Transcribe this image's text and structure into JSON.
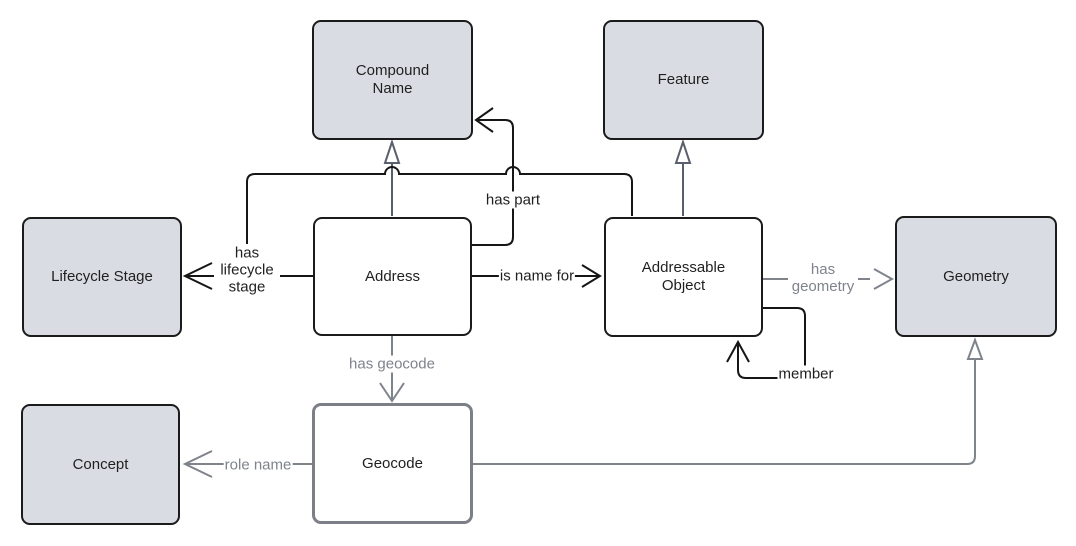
{
  "diagram": {
    "type": "concept-diagram",
    "nodes": {
      "compound_name": {
        "label": "Compound Name"
      },
      "feature": {
        "label": "Feature"
      },
      "lifecycle_stage": {
        "label": "Lifecycle Stage"
      },
      "address": {
        "label": "Address"
      },
      "addressable_object": {
        "label": "Addressable Object"
      },
      "geometry": {
        "label": "Geometry"
      },
      "concept": {
        "label": "Concept"
      },
      "geocode": {
        "label": "Geocode"
      }
    },
    "edge_labels": {
      "has_part": "has part",
      "is_name_for": "is name for",
      "has_lifecycle_stage": "has lifecycle stage",
      "member": "member",
      "has_geometry": "has geometry",
      "has_geocode": "has geocode",
      "role_name": "role name"
    },
    "edges": [
      {
        "from": "Address",
        "to": "Compound Name",
        "type": "generalization",
        "label": ""
      },
      {
        "from": "Address",
        "to": "Compound Name",
        "type": "association",
        "label": "has part"
      },
      {
        "from": "Address",
        "to": "Lifecycle Stage",
        "type": "association",
        "label": "has lifecycle stage"
      },
      {
        "from": "Addressable Object",
        "to": "Lifecycle Stage",
        "type": "association",
        "label": "has lifecycle stage"
      },
      {
        "from": "Address",
        "to": "Addressable Object",
        "type": "association",
        "label": "is name for"
      },
      {
        "from": "Addressable Object",
        "to": "Feature",
        "type": "generalization",
        "label": ""
      },
      {
        "from": "Addressable Object",
        "to": "Geometry",
        "type": "association",
        "label": "has geometry"
      },
      {
        "from": "Addressable Object",
        "to": "Addressable Object",
        "type": "association",
        "label": "member"
      },
      {
        "from": "Address",
        "to": "Geocode",
        "type": "association",
        "label": "has geocode"
      },
      {
        "from": "Geocode",
        "to": "Concept",
        "type": "association",
        "label": "role name"
      },
      {
        "from": "Geocode",
        "to": "Geometry",
        "type": "generalization",
        "label": ""
      }
    ],
    "colors": {
      "node_fill_gray": "#d9dde3",
      "node_fill_white": "#ffffff",
      "node_border_black": "#1b1b1b",
      "geocode_border_gray": "#7c8086",
      "connector_black": "#161616",
      "connector_gray": "#7f838a",
      "generalization_gray": "#5a606b",
      "label_black": "#1f1f1f",
      "label_gray": "#7f838a"
    }
  }
}
